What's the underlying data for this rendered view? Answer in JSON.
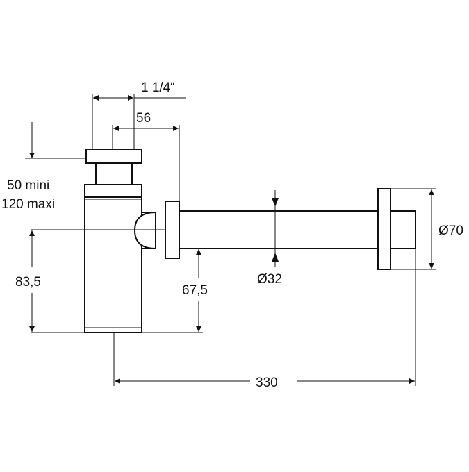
{
  "diagram": {
    "labels": {
      "thread_size": "1 1/4“",
      "offset_56": "56",
      "height_range_min": "50 mini",
      "height_range_max": "120 maxi",
      "height_83_5": "83,5",
      "height_67_5": "67,5",
      "pipe_diameter": "Ø32",
      "flange_diameter": "Ø70",
      "length_330": "330"
    },
    "colors": {
      "line": "#111111",
      "background": "#ffffff"
    }
  }
}
